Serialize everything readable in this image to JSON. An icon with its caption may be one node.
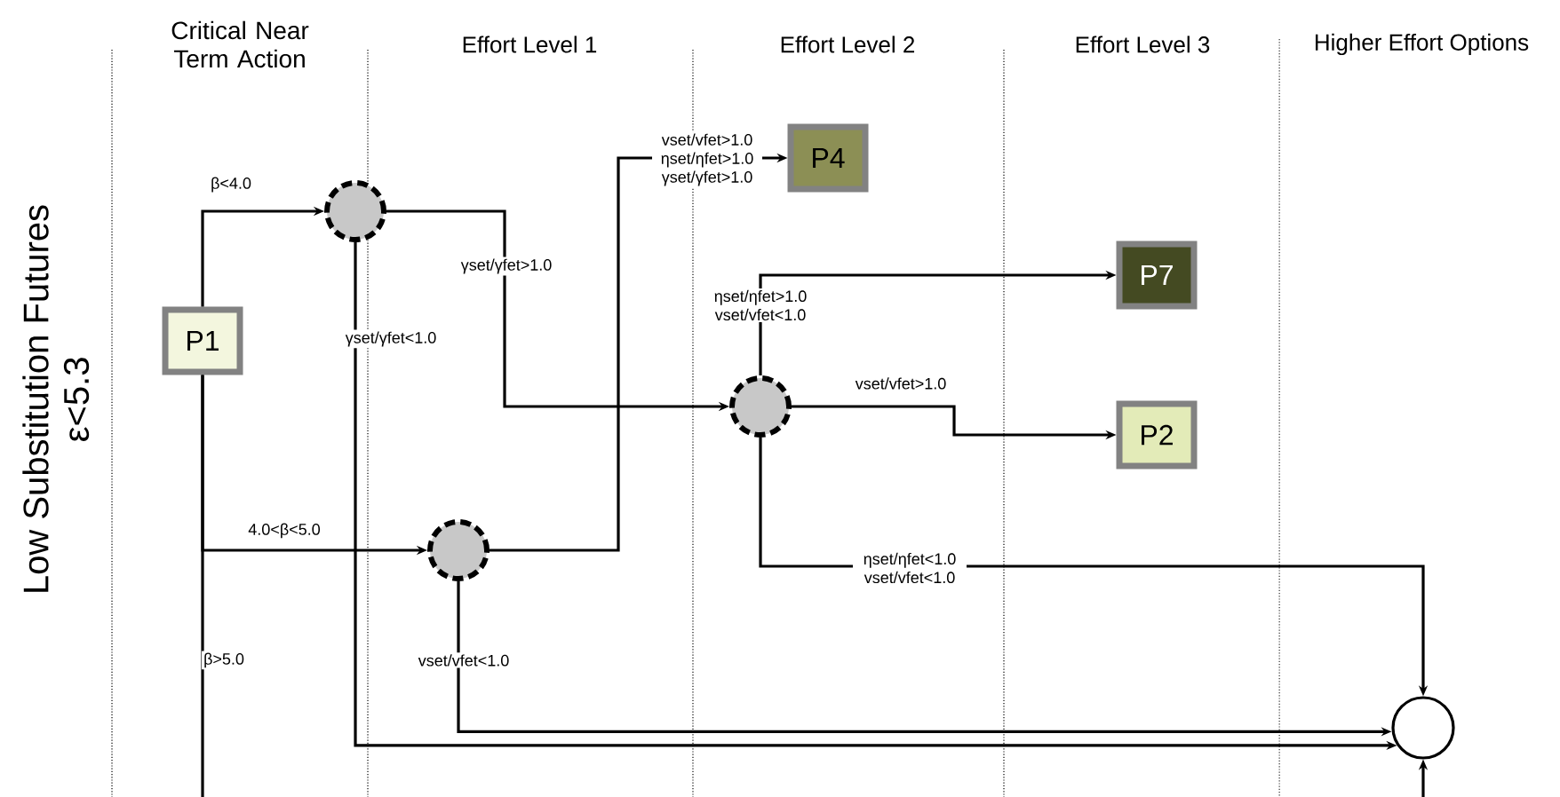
{
  "diagram": {
    "nodes": [
      {
        "text": [
          "P1"
        ]
      },
      {
        "text": [],
        "shape": "circle"
      },
      {
        "text": [],
        "shape": "circle"
      },
      {
        "text": [],
        "shape": "circle"
      },
      {
        "text": [
          "P4"
        ]
      },
      {
        "text": [
          "P7"
        ]
      },
      {
        "text": [
          "P2"
        ]
      },
      {
        "text": [],
        "shape": "circle"
      }
    ],
    "edges": [
      {
        "from": 0,
        "to": 1,
        "arrow": "to",
        "label": "β<4.0"
      },
      {
        "from": 0,
        "to": 2,
        "arrow": "to",
        "label": "4.0<β<5.0"
      },
      {
        "from": 0,
        "to": null,
        "arrow": "none",
        "label": "β>5.0"
      },
      {
        "from": 1,
        "to": 3,
        "arrow": "to",
        "label": "γset/γfet>1.0"
      },
      {
        "from": 1,
        "to": 7,
        "arrow": "to",
        "label": "γset/γfet<1.0"
      },
      {
        "from": 2,
        "to": 4,
        "arrow": "to",
        "label": "vset/vfet>1.0 ηset/ηfet>1.0 γset/γfet>1.0"
      },
      {
        "from": 2,
        "to": 7,
        "arrow": "to",
        "label": "vset/vfet<1.0"
      },
      {
        "from": 3,
        "to": 5,
        "arrow": "to",
        "label": "ηset/ηfet>1.0 vset/vfet<1.0"
      },
      {
        "from": 3,
        "to": 6,
        "arrow": "to",
        "label": "vset/vfet>1.0"
      },
      {
        "from": 3,
        "to": 7,
        "arrow": "to",
        "label": "ηset/ηfet<1.0 vset/vfet<1.0"
      },
      {
        "from": null,
        "to": 7,
        "arrow": "to"
      }
    ],
    "labels": [
      "Critical Near Term Action",
      "Effort Level 1",
      "Effort Level 2",
      "Effort Level 3",
      "Higher Effort Options",
      "Low Substitution Futures",
      "ε<5.3"
    ]
  }
}
